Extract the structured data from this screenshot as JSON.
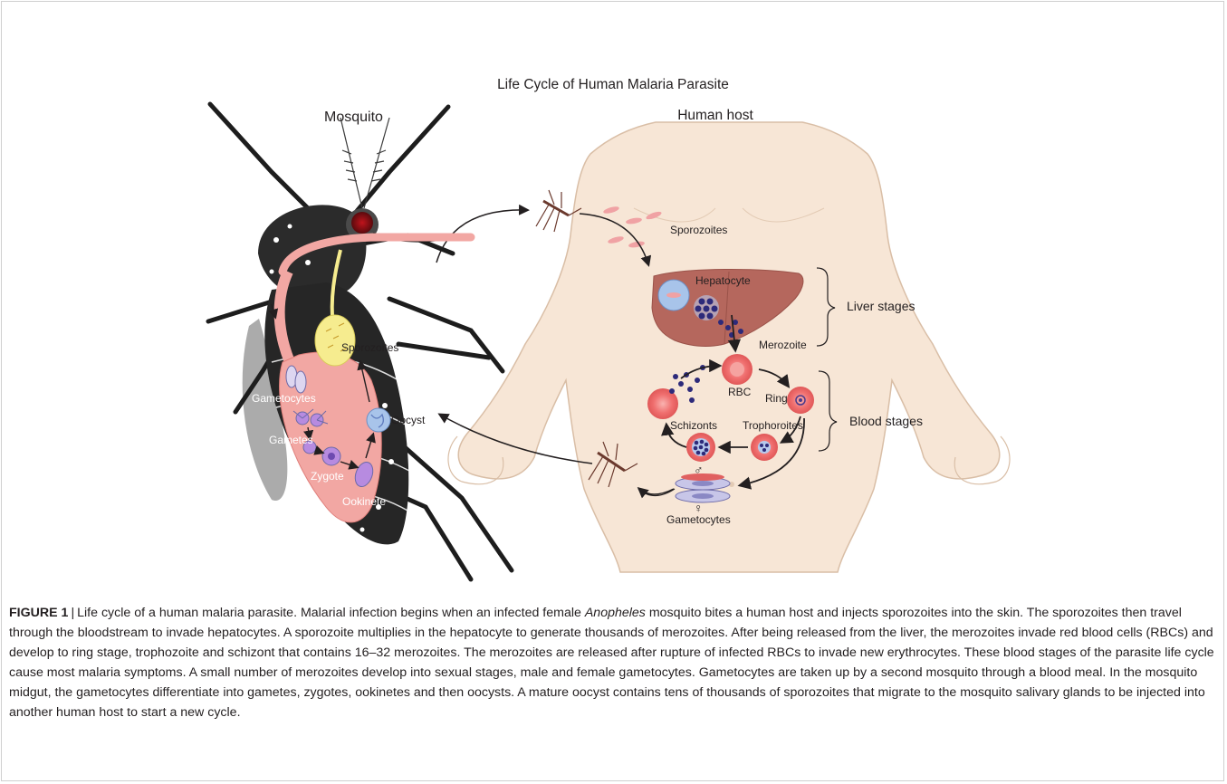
{
  "figure": {
    "title": "Life Cycle of Human Malaria Parasite",
    "mosquito_heading": "Mosquito",
    "human_heading": "Human host",
    "labels": {
      "sporozoites_human": "Sporozoites",
      "hepatocyte": "Hepatocyte",
      "liver_stages": "Liver stages",
      "merozoite": "Merozoite",
      "rbc": "RBC",
      "rings": "Rings",
      "blood_stages": "Blood stages",
      "schizonts": "Schizonts",
      "trophozoites": "Trophoroites",
      "gametocytes_human": "Gametocytes",
      "male_symbol": "♂",
      "female_symbol": "♀",
      "sporozoites_mosquito": "Sporozoites",
      "gametocytes_mosquito": "Gametocytes",
      "gametes": "Gametes",
      "oocyst": "Oocyst",
      "zygote": "Zygote",
      "ookinete": "Ookinete"
    },
    "colors": {
      "skin": "#f7e6d6",
      "skin_outline": "#d9bea6",
      "liver": "#b5675d",
      "mosquito_body": "#2b2b2b",
      "midgut": "#f2a7a3",
      "salivary_gland": "#f6ec8f",
      "parasite": "#2d2a7a",
      "rbc": "#f06f6f"
    }
  },
  "caption": {
    "label": "FIGURE 1",
    "separator": "|",
    "text_1": "Life cycle of a human malaria parasite. Malarial infection begins when an infected female ",
    "genus": "Anopheles",
    "text_2": " mosquito bites a human host and injects sporozoites into the skin. The sporozoites then travel through the bloodstream to invade hepatocytes. A sporozoite multiplies in the hepatocyte to generate thousands of merozoites. After being released from the liver, the merozoites invade red blood cells (RBCs) and develop to ring stage, trophozoite and schizont that contains 16–32 merozoites. The merozoites are released after rupture of infected RBCs to invade new erythrocytes. These blood stages of the parasite life cycle cause most malaria symptoms. A small number of merozoites develop into sexual stages, male and female gametocytes. Gametocytes are taken up by a second mosquito through a blood meal. In the mosquito midgut, the gametocytes differentiate into gametes, zygotes, ookinetes and then oocysts. A mature oocyst contains tens of thousands of sporozoites that migrate to the mosquito salivary glands to be injected into another human host to start a new cycle."
  }
}
